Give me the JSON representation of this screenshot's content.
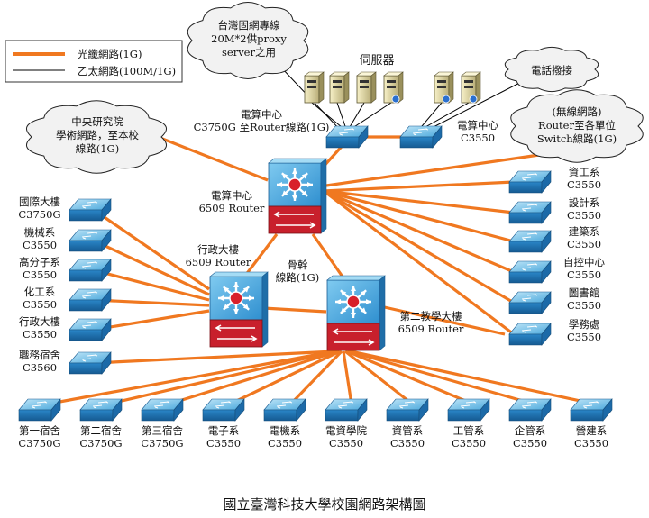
{
  "title": "國立臺灣科技大學校園網路架構圖",
  "legend": {
    "fiber": "光纖網路(1G)",
    "ethernet": "乙太網路(100M/1G)"
  },
  "clouds": {
    "twaren": [
      "台灣固網專線",
      "20M*2供proxy",
      "server之用"
    ],
    "dialup": [
      "電話撥接"
    ],
    "sinica": [
      "中央研究院",
      "學術網路，至本校",
      "線路(1G)"
    ],
    "wireless": [
      "(無線網路)",
      "Router至各單位",
      "Switch線路(1G)"
    ]
  },
  "servers_label": "伺服器",
  "core": {
    "cc_switch_a": [
      "電算中心",
      "C3750G 至Router線路(1G)"
    ],
    "cc_switch_b": [
      "電算中心",
      "C3550"
    ],
    "cc_router": [
      "電算中心",
      "6509 Router"
    ],
    "admin_router": [
      "行政大樓",
      "6509 Router"
    ],
    "backbone": [
      "骨幹",
      "線路(1G)"
    ],
    "second_router": [
      "第二教學大樓",
      "6509 Router"
    ]
  },
  "left_switches": [
    [
      "國際大樓",
      "C3750G"
    ],
    [
      "機械系",
      "C3550"
    ],
    [
      "高分子系",
      "C3550"
    ],
    [
      "化工系",
      "C3550"
    ],
    [
      "行政大樓",
      "C3550"
    ],
    [
      "職務宿舍",
      "C3560"
    ]
  ],
  "right_switches": [
    [
      "資工系",
      "C3550"
    ],
    [
      "設計系",
      "C3550"
    ],
    [
      "建築系",
      "C3550"
    ],
    [
      "自控中心",
      "C3550"
    ],
    [
      "圖書館",
      "C3550"
    ],
    [
      "學務處",
      "C3550"
    ]
  ],
  "bottom_switches": [
    [
      "第一宿舍",
      "C3750G"
    ],
    [
      "第二宿舍",
      "C3750G"
    ],
    [
      "第三宿舍",
      "C3750G"
    ],
    [
      "電子系",
      "C3550"
    ],
    [
      "電機系",
      "C3550"
    ],
    [
      "電資學院",
      "C3550"
    ],
    [
      "資管系",
      "C3550"
    ],
    [
      "工管系",
      "C3550"
    ],
    [
      "企管系",
      "C3550"
    ],
    [
      "營建系",
      "C3550"
    ]
  ],
  "colors": {
    "fiber": "#f07820",
    "ethernet": "#000000",
    "device": "#2a7fc0",
    "device_top": "#6cc0ec",
    "router_bottom": "#c8202c",
    "cloud_fill": "#f2f2f2"
  }
}
